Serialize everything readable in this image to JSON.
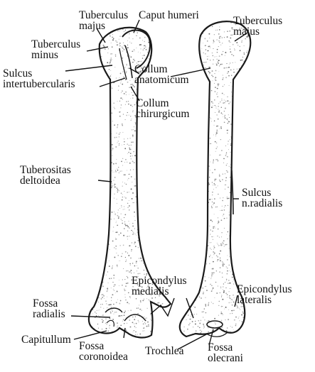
{
  "labels": {
    "tuberculus_majus_left": "Tuberculus\nmajus",
    "caput_humeri": "Caput humeri",
    "tuberculus_majus_right": "Tuberculus\nmajus",
    "tuberculus_minus": "Tuberculus\nminus",
    "sulcus_intertubercularis": "Sulcus\nintertubercularis",
    "collum_anatomicum": "Collum\nanatomicum",
    "collum_chirurgicum": "Collum\nchirurgicum",
    "tuberositas_deltoidea": "Tuberositas\ndeltoidea",
    "sulcus_n_radialis": "Sulcus\nn.radialis",
    "epicondylus_medialis": "Epicondylus\nmedialis",
    "epicondylus_lateralis": "Epicondylus\nlateralis",
    "fossa_radialis": "Fossa\nradialis",
    "capitullum": "Capitullum",
    "fossa_coronoidea": "Fossa\ncoronoidea",
    "trochlea": "Trochlea",
    "fossa_olecrani": "Fossa\nolecrani"
  },
  "colors": {
    "ink": "#111111",
    "bone_outline": "#1a1a1a",
    "stipple": "#555555",
    "paper": "#ffffff"
  }
}
